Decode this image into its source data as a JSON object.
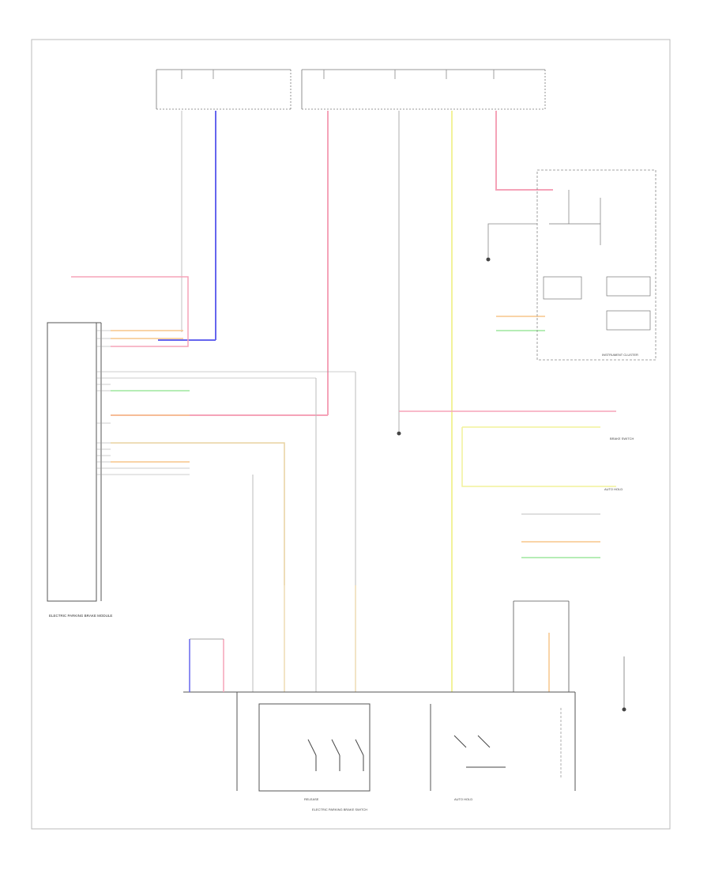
{
  "diagram": {
    "footer_label": "ELECTRIC PARKING BRAKE SWITCH",
    "left_module_label": "ELECTRIC PARKING BRAKE MODULE",
    "instrument_cluster_label": "INSTRUMENT CLUSTER",
    "brake_switch_label": "BRAKE SWITCH",
    "auto_hold_label": "AUTO HOLD",
    "left_switch_label": "RELEASE",
    "right_switch_label": "AUTO HOLD",
    "colors": {
      "wire_pink": "#f5a3b8",
      "wire_blue": "#6666ee",
      "wire_yellow": "#f2f29a",
      "wire_orange": "#f7c58a",
      "wire_green": "#9ee79e",
      "wire_tan": "#e8d2a0",
      "wire_gray": "#c8c8c8",
      "line_dark": "#555555"
    }
  }
}
